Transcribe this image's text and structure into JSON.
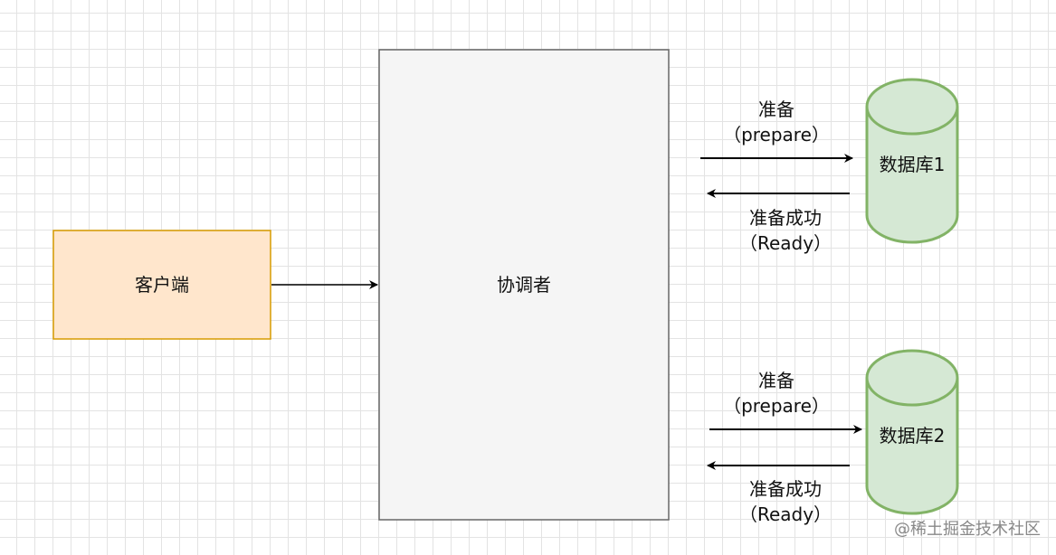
{
  "client": {
    "label": "客户端",
    "fill": "#ffe6cc",
    "stroke": "#d79b00"
  },
  "coordinator": {
    "label": "协调者",
    "fill": "#f5f5f5",
    "stroke": "#666666"
  },
  "databases": [
    {
      "label": "数据库1",
      "prepare": "准备",
      "prepare_en": "（prepare）",
      "ready": "准备成功",
      "ready_en": "（Ready）"
    },
    {
      "label": "数据库2",
      "prepare": "准备",
      "prepare_en": "（prepare）",
      "ready": "准备成功",
      "ready_en": "（Ready）"
    }
  ],
  "db_colors": {
    "fill": "#d5e8d4",
    "stroke": "#82b366"
  },
  "watermark": "@稀土掘金技术社区"
}
